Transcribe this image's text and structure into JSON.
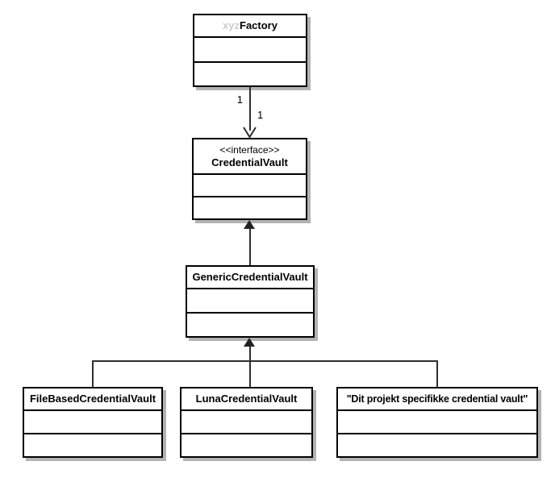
{
  "diagram": {
    "kind": "uml-class-diagram"
  },
  "classes": {
    "factory": {
      "prefix": "xyz",
      "name": "Factory"
    },
    "credential_vault": {
      "stereotype": "<<interface>>",
      "name": "CredentialVault"
    },
    "generic": {
      "name": "GenericCredentialVault"
    },
    "file_based": {
      "name": "FileBasedCredentialVault"
    },
    "luna": {
      "name": "LunaCredentialVault"
    },
    "project_specific": {
      "name": "\"Dit projekt specifikke credential vault\""
    }
  },
  "edges": {
    "factory_to_interface": {
      "type": "directed-association",
      "source": "xyzFactory",
      "target": "CredentialVault",
      "source_multiplicity": "1",
      "target_multiplicity": "1"
    },
    "generic_to_interface": {
      "type": "generalization",
      "source": "GenericCredentialVault",
      "target": "CredentialVault"
    },
    "children_to_generic": {
      "type": "generalization",
      "target": "GenericCredentialVault"
    }
  },
  "colors": {
    "box_fill": "#ffffff",
    "box_border": "#000000",
    "shadow": "#b3b3b3",
    "line": "#2e2e2e",
    "muted_prefix": "#cccccc"
  }
}
